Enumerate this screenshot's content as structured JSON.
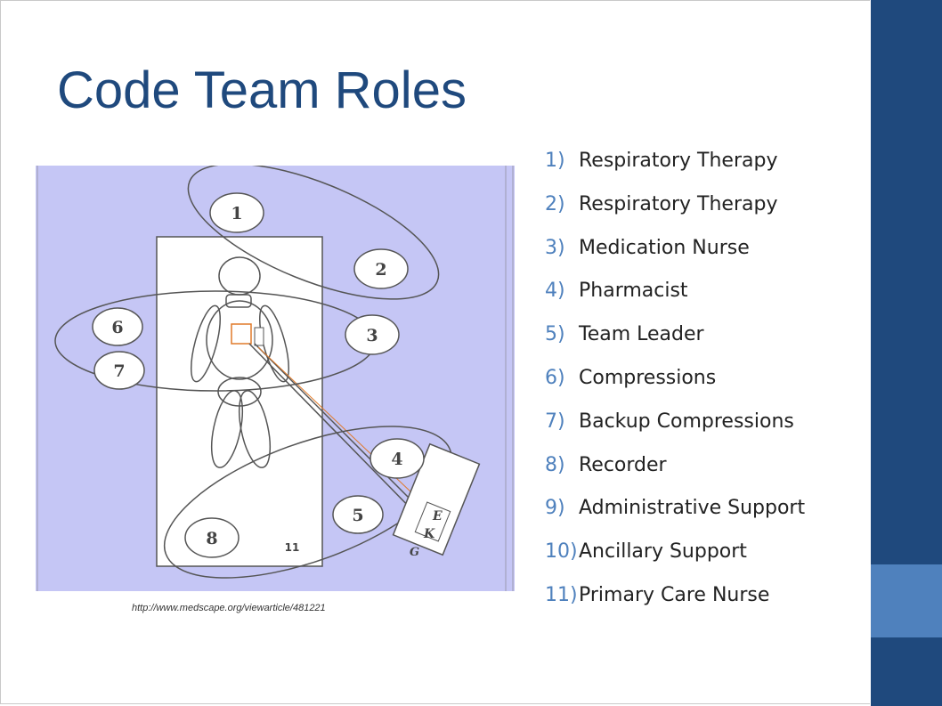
{
  "slide": {
    "title": "Code Team Roles",
    "source_url": "http://www.medscape.org/viewarticle/481221",
    "colors": {
      "title": "#1f497d",
      "sidebar": "#1f497d",
      "sidebar_accent": "#4f81bd",
      "list_numbers": "#4f81bd",
      "diagram_background": "#c5c6f5"
    }
  },
  "roles": [
    {
      "num": "1)",
      "label": "Respiratory Therapy"
    },
    {
      "num": "2)",
      "label": "Respiratory Therapy"
    },
    {
      "num": "3)",
      "label": "Medication Nurse"
    },
    {
      "num": "4)",
      "label": "Pharmacist"
    },
    {
      "num": "5)",
      "label": "Team Leader"
    },
    {
      "num": "6)",
      "label": "Compressions"
    },
    {
      "num": "7)",
      "label": "Backup Compressions"
    },
    {
      "num": "8)",
      "label": "Recorder"
    },
    {
      "num": "9)",
      "label": "Administrative Support"
    },
    {
      "num": "10)",
      "label": "Ancillary Support"
    },
    {
      "num": "11)",
      "label": "Primary Care Nurse"
    }
  ],
  "diagram": {
    "positions": [
      "1",
      "2",
      "3",
      "4",
      "5",
      "6",
      "7",
      "8",
      "11"
    ],
    "cart_letters": [
      "E",
      "K",
      "G"
    ]
  }
}
